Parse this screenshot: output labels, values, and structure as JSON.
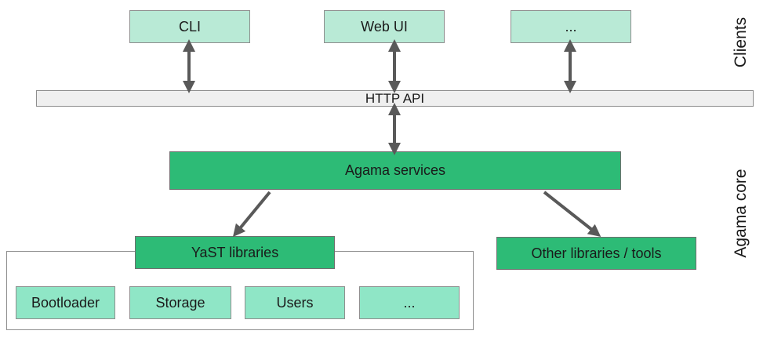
{
  "clients": {
    "layer_label": "Clients",
    "items": [
      "CLI",
      "Web UI",
      "..."
    ]
  },
  "api": {
    "label": "HTTP API"
  },
  "core": {
    "layer_label": "Agama core",
    "services_label": "Agama services",
    "yast_label": "YaST libraries",
    "other_label": "Other libraries / tools",
    "modules": [
      "Bootloader",
      "Storage",
      "Users",
      "..."
    ]
  },
  "colors": {
    "client_fill": "#b9ead6",
    "api_fill": "#efefef",
    "core_fill": "#2dbb76",
    "module_fill": "#8fe6c6",
    "arrow": "#595959"
  }
}
